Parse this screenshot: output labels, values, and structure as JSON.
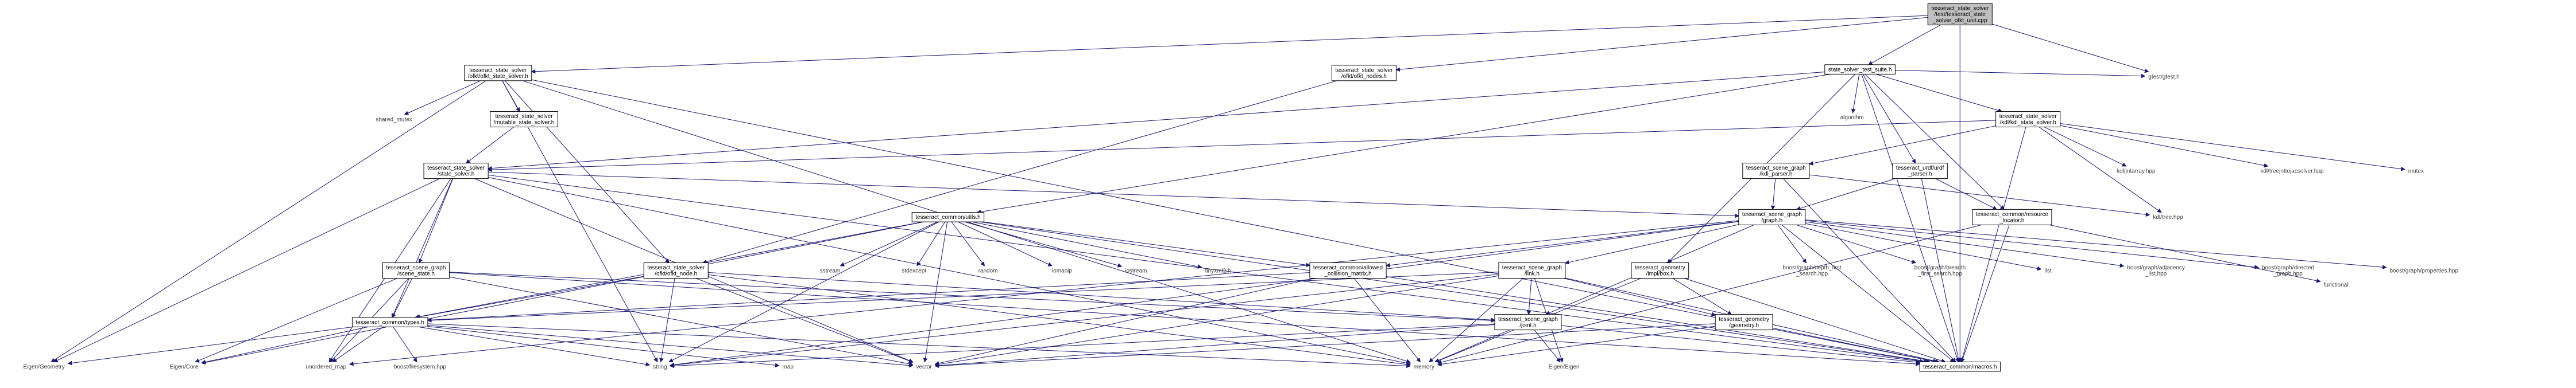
{
  "colors": {
    "edge": "#191970",
    "root_fill": "#bfbfbf",
    "node_fill": "#ffffff",
    "node_border": "#000000",
    "warn_border": "#ff0000",
    "plain_text": "#3c3c3c"
  },
  "nodes": [
    {
      "id": "root",
      "lines": [
        "tesseract_state_solver",
        "/test/tesseract_state",
        "_solver_ofkt_unit.cpp"
      ],
      "style": "root"
    },
    {
      "id": "ofkt_solver",
      "lines": [
        "tesseract_state_solver",
        "/ofkt/ofkt_state_solver.h"
      ],
      "style": "box"
    },
    {
      "id": "ofkt_nodes",
      "lines": [
        "tesseract_state_solver",
        "/ofkt/ofkt_nodes.h"
      ],
      "style": "box"
    },
    {
      "id": "test_suite",
      "lines": [
        "state_solver_test_suite.h"
      ],
      "style": "box"
    },
    {
      "id": "gtest",
      "lines": [
        "gtest/gtest.h"
      ],
      "style": "plain"
    },
    {
      "id": "shared_mutex",
      "lines": [
        "shared_mutex"
      ],
      "style": "plain"
    },
    {
      "id": "mutable_solver",
      "lines": [
        "tesseract_state_solver",
        "/mutable_state_solver.h"
      ],
      "style": "box"
    },
    {
      "id": "algorithm",
      "lines": [
        "algorithm"
      ],
      "style": "plain"
    },
    {
      "id": "kdl_solver",
      "lines": [
        "tesseract_state_solver",
        "/kdl/kdl_state_solver.h"
      ],
      "style": "box"
    },
    {
      "id": "state_solver",
      "lines": [
        "tesseract_state_solver",
        "/state_solver.h"
      ],
      "style": "box"
    },
    {
      "id": "kdl_parser",
      "lines": [
        "tesseract_scene_graph",
        "/kdl_parser.h"
      ],
      "style": "warn"
    },
    {
      "id": "urdf_parser",
      "lines": [
        "tesseract_urdf/urdf",
        "_parser.h"
      ],
      "style": "box"
    },
    {
      "id": "jntarray",
      "lines": [
        "kdl/jntarray.hpp"
      ],
      "style": "plain"
    },
    {
      "id": "treejnt",
      "lines": [
        "kdl/treejnttojacsolver.hpp"
      ],
      "style": "plain"
    },
    {
      "id": "mutex",
      "lines": [
        "mutex"
      ],
      "style": "plain"
    },
    {
      "id": "utils",
      "lines": [
        "tesseract_common/utils.h"
      ],
      "style": "box"
    },
    {
      "id": "graph",
      "lines": [
        "tesseract_scene_graph",
        "/graph.h"
      ],
      "style": "box"
    },
    {
      "id": "resource",
      "lines": [
        "tesseract_common/resource",
        "_locator.h"
      ],
      "style": "box"
    },
    {
      "id": "kdltree",
      "lines": [
        "kdl/tree.hpp"
      ],
      "style": "plain"
    },
    {
      "id": "scene_state",
      "lines": [
        "tesseract_scene_graph",
        "/scene_state.h"
      ],
      "style": "box"
    },
    {
      "id": "ofkt_node",
      "lines": [
        "tesseract_state_solver",
        "/ofkt/ofkt_node.h"
      ],
      "style": "box"
    },
    {
      "id": "sstream",
      "lines": [
        "sstream"
      ],
      "style": "plain"
    },
    {
      "id": "stdexcept",
      "lines": [
        "stdexcept"
      ],
      "style": "plain"
    },
    {
      "id": "random",
      "lines": [
        "random"
      ],
      "style": "plain"
    },
    {
      "id": "iomanip",
      "lines": [
        "iomanip"
      ],
      "style": "plain"
    },
    {
      "id": "iostream",
      "lines": [
        "iostream"
      ],
      "style": "plain"
    },
    {
      "id": "tinyxml2",
      "lines": [
        "tinyxml2.h"
      ],
      "style": "plain"
    },
    {
      "id": "allowed",
      "lines": [
        "tesseract_common/allowed",
        "_collision_matrix.h"
      ],
      "style": "box"
    },
    {
      "id": "link",
      "lines": [
        "tesseract_scene_graph",
        "/link.h"
      ],
      "style": "box"
    },
    {
      "id": "impl_box",
      "lines": [
        "tesseract_geometry",
        "/impl/box.h"
      ],
      "style": "box"
    },
    {
      "id": "dfs",
      "lines": [
        "boost/graph/depth_first",
        "_search.hpp"
      ],
      "style": "plain"
    },
    {
      "id": "bfs",
      "lines": [
        "boost/graph/breadth",
        "_first_search.hpp"
      ],
      "style": "plain"
    },
    {
      "id": "list",
      "lines": [
        "list"
      ],
      "style": "plain"
    },
    {
      "id": "adjacency",
      "lines": [
        "boost/graph/adjacency",
        "_list.hpp"
      ],
      "style": "plain"
    },
    {
      "id": "directed",
      "lines": [
        "boost/graph/directed",
        "_graph.hpp"
      ],
      "style": "plain"
    },
    {
      "id": "properties",
      "lines": [
        "boost/graph/properties.hpp"
      ],
      "style": "plain"
    },
    {
      "id": "functional",
      "lines": [
        "functional"
      ],
      "style": "plain"
    },
    {
      "id": "types",
      "lines": [
        "tesseract_common/types.h"
      ],
      "style": "warn"
    },
    {
      "id": "joint",
      "lines": [
        "tesseract_scene_graph",
        "/joint.h"
      ],
      "style": "box"
    },
    {
      "id": "geometry",
      "lines": [
        "tesseract_geometry",
        "/geometry.h"
      ],
      "style": "box"
    },
    {
      "id": "eigen_geometry",
      "lines": [
        "Eigen/Geometry"
      ],
      "style": "plain"
    },
    {
      "id": "eigen_core",
      "lines": [
        "Eigen/Core"
      ],
      "style": "plain"
    },
    {
      "id": "unordered_map",
      "lines": [
        "unordered_map"
      ],
      "style": "plain"
    },
    {
      "id": "filesystem",
      "lines": [
        "boost/filesystem.hpp"
      ],
      "style": "plain"
    },
    {
      "id": "string",
      "lines": [
        "string"
      ],
      "style": "plain"
    },
    {
      "id": "map",
      "lines": [
        "map"
      ],
      "style": "plain"
    },
    {
      "id": "vector",
      "lines": [
        "vector"
      ],
      "style": "plain"
    },
    {
      "id": "memory",
      "lines": [
        "memory"
      ],
      "style": "plain"
    },
    {
      "id": "eigen_eigen",
      "lines": [
        "Eigen/Eigen"
      ],
      "style": "plain"
    },
    {
      "id": "macros",
      "lines": [
        "tesseract_common/macros.h"
      ],
      "style": "box"
    }
  ],
  "edges": [
    [
      "root",
      "ofkt_solver"
    ],
    [
      "root",
      "ofkt_nodes"
    ],
    [
      "root",
      "test_suite"
    ],
    [
      "root",
      "gtest"
    ],
    [
      "root",
      "macros"
    ],
    [
      "ofkt_solver",
      "shared_mutex"
    ],
    [
      "ofkt_solver",
      "mutable_solver"
    ],
    [
      "ofkt_solver",
      "ofkt_node"
    ],
    [
      "ofkt_solver",
      "eigen_geometry"
    ],
    [
      "ofkt_solver",
      "string"
    ],
    [
      "ofkt_solver",
      "memory"
    ],
    [
      "ofkt_solver",
      "macros"
    ],
    [
      "ofkt_nodes",
      "ofkt_node"
    ],
    [
      "test_suite",
      "gtest"
    ],
    [
      "test_suite",
      "algorithm"
    ],
    [
      "test_suite",
      "kdl_solver"
    ],
    [
      "test_suite",
      "urdf_parser"
    ],
    [
      "test_suite",
      "resource"
    ],
    [
      "test_suite",
      "utils"
    ],
    [
      "test_suite",
      "state_solver"
    ],
    [
      "test_suite",
      "impl_box"
    ],
    [
      "test_suite",
      "macros"
    ],
    [
      "mutable_solver",
      "state_solver"
    ],
    [
      "kdl_solver",
      "kdl_parser"
    ],
    [
      "kdl_solver",
      "jntarray"
    ],
    [
      "kdl_solver",
      "treejnt"
    ],
    [
      "kdl_solver",
      "mutex"
    ],
    [
      "kdl_solver",
      "kdltree"
    ],
    [
      "kdl_solver",
      "macros"
    ],
    [
      "kdl_solver",
      "state_solver"
    ],
    [
      "kdl_parser",
      "graph"
    ],
    [
      "kdl_parser",
      "kdltree"
    ],
    [
      "kdl_parser",
      "macros"
    ],
    [
      "urdf_parser",
      "graph"
    ],
    [
      "urdf_parser",
      "resource"
    ],
    [
      "urdf_parser",
      "macros"
    ],
    [
      "state_solver",
      "graph"
    ],
    [
      "state_solver",
      "scene_state"
    ],
    [
      "state_solver",
      "types"
    ],
    [
      "state_solver",
      "eigen_geometry"
    ],
    [
      "state_solver",
      "unordered_map"
    ],
    [
      "state_solver",
      "vector"
    ],
    [
      "state_solver",
      "memory"
    ],
    [
      "state_solver",
      "macros"
    ],
    [
      "utils",
      "sstream"
    ],
    [
      "utils",
      "stdexcept"
    ],
    [
      "utils",
      "random"
    ],
    [
      "utils",
      "iomanip"
    ],
    [
      "utils",
      "iostream"
    ],
    [
      "utils",
      "tinyxml2"
    ],
    [
      "utils",
      "types"
    ],
    [
      "utils",
      "allowed"
    ],
    [
      "utils",
      "eigen_core"
    ],
    [
      "utils",
      "string"
    ],
    [
      "utils",
      "vector"
    ],
    [
      "utils",
      "macros"
    ],
    [
      "graph",
      "link"
    ],
    [
      "graph",
      "joint"
    ],
    [
      "graph",
      "allowed"
    ],
    [
      "graph",
      "dfs"
    ],
    [
      "graph",
      "bfs"
    ],
    [
      "graph",
      "list"
    ],
    [
      "graph",
      "adjacency"
    ],
    [
      "graph",
      "directed"
    ],
    [
      "graph",
      "properties"
    ],
    [
      "graph",
      "unordered_map"
    ],
    [
      "graph",
      "string"
    ],
    [
      "graph",
      "macros"
    ],
    [
      "resource",
      "functional"
    ],
    [
      "resource",
      "memory"
    ],
    [
      "resource",
      "macros"
    ],
    [
      "scene_state",
      "joint"
    ],
    [
      "scene_state",
      "types"
    ],
    [
      "scene_state",
      "eigen_core"
    ],
    [
      "scene_state",
      "unordered_map"
    ],
    [
      "scene_state",
      "vector"
    ],
    [
      "scene_state",
      "macros"
    ],
    [
      "ofkt_node",
      "joint"
    ],
    [
      "ofkt_node",
      "types"
    ],
    [
      "ofkt_node",
      "string"
    ],
    [
      "ofkt_node",
      "vector"
    ],
    [
      "ofkt_node",
      "memory"
    ],
    [
      "allowed",
      "types"
    ],
    [
      "allowed",
      "vector"
    ],
    [
      "allowed",
      "memory"
    ],
    [
      "allowed",
      "macros"
    ],
    [
      "link",
      "geometry"
    ],
    [
      "link",
      "joint"
    ],
    [
      "link",
      "types"
    ],
    [
      "link",
      "eigen_eigen"
    ],
    [
      "link",
      "string"
    ],
    [
      "link",
      "vector"
    ],
    [
      "link",
      "memory"
    ],
    [
      "link",
      "macros"
    ],
    [
      "impl_box",
      "geometry"
    ],
    [
      "impl_box",
      "memory"
    ],
    [
      "impl_box",
      "macros"
    ],
    [
      "types",
      "eigen_geometry"
    ],
    [
      "types",
      "eigen_core"
    ],
    [
      "types",
      "unordered_map"
    ],
    [
      "types",
      "filesystem"
    ],
    [
      "types",
      "string"
    ],
    [
      "types",
      "map"
    ],
    [
      "types",
      "vector"
    ],
    [
      "types",
      "memory"
    ],
    [
      "joint",
      "eigen_eigen"
    ],
    [
      "joint",
      "string"
    ],
    [
      "joint",
      "vector"
    ],
    [
      "joint",
      "memory"
    ],
    [
      "joint",
      "macros"
    ],
    [
      "geometry",
      "vector"
    ],
    [
      "geometry",
      "memory"
    ],
    [
      "geometry",
      "macros"
    ]
  ]
}
